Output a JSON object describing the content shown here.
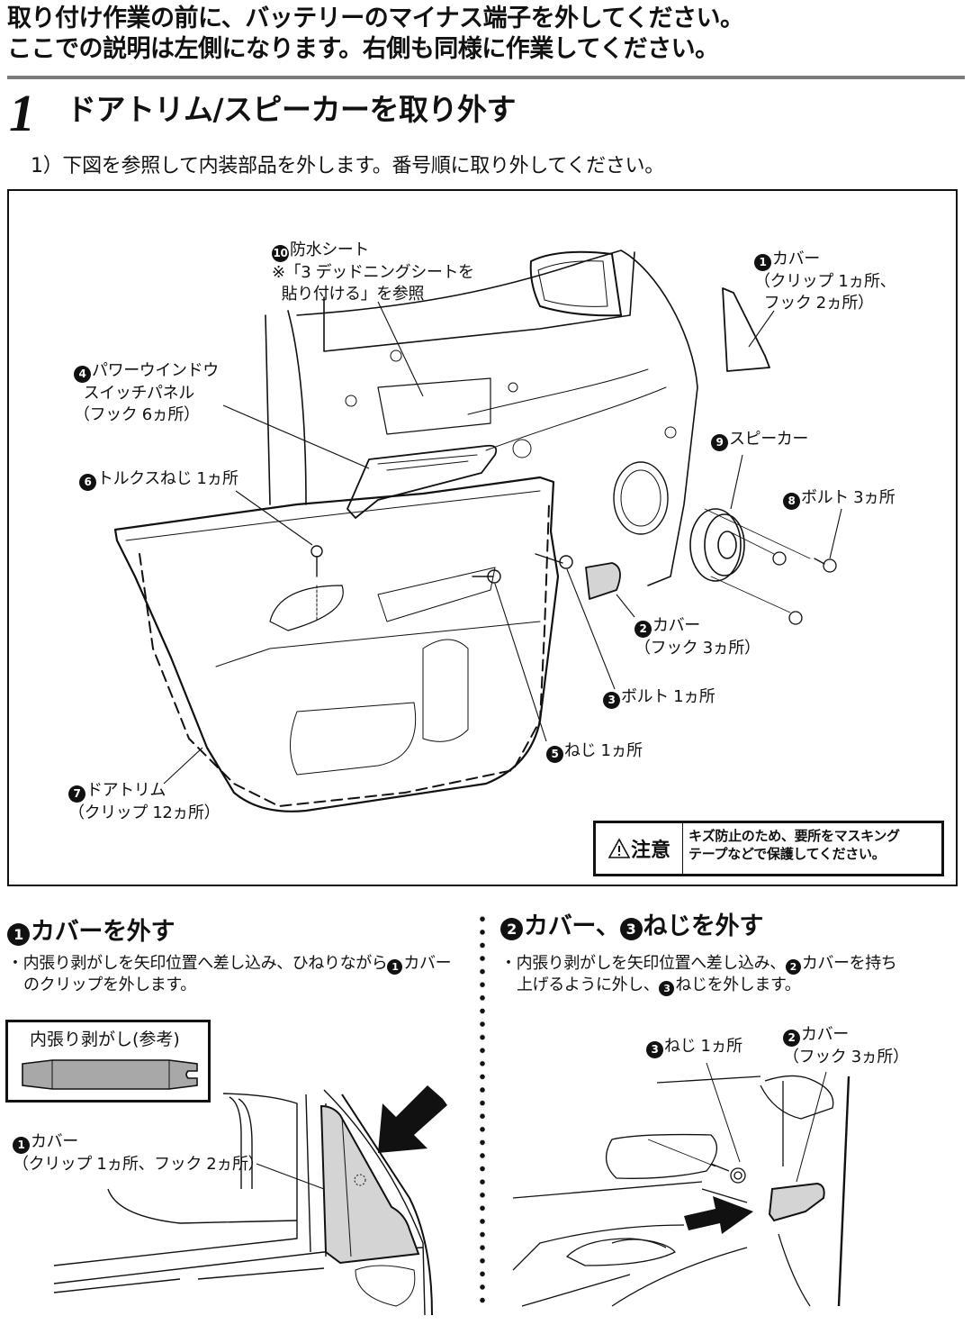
{
  "intro": {
    "line1": "取り付け作業の前に、バッテリーのマイナス端子を外してください。",
    "line2": "ここでの説明は左側になります。右側も同様に作業してください。"
  },
  "step": {
    "number": "1",
    "title": "ドアトリム/スピーカーを取り外す",
    "substep": "1）下図を参照して内装部品を外します。番号順に取り外してください。"
  },
  "diagram": {
    "labels": {
      "l10": {
        "num": "10",
        "lines": [
          "防水シート",
          "※「3 デッドニングシートを",
          "  貼り付ける」を参照"
        ]
      },
      "l1": {
        "num": "1",
        "lines": [
          "カバー",
          "（クリップ 1ヵ所、",
          "  フック 2ヵ所）"
        ]
      },
      "l4": {
        "num": "4",
        "lines": [
          "パワーウインドウ",
          "  スイッチパネル",
          "（フック 6ヵ所）"
        ]
      },
      "l9": {
        "num": "9",
        "lines": [
          "スピーカー"
        ]
      },
      "l6": {
        "num": "6",
        "lines": [
          "トルクスねじ 1ヵ所"
        ]
      },
      "l8": {
        "num": "8",
        "lines": [
          "ボルト 3ヵ所"
        ]
      },
      "l2": {
        "num": "2",
        "lines": [
          "カバー",
          "（フック 3ヵ所）"
        ]
      },
      "l3": {
        "num": "3",
        "lines": [
          "ボルト 1ヵ所"
        ]
      },
      "l5": {
        "num": "5",
        "lines": [
          "ねじ 1ヵ所"
        ]
      },
      "l7": {
        "num": "7",
        "lines": [
          "ドアトリム",
          "（クリップ 12ヵ所）"
        ]
      }
    },
    "caution": {
      "icon": "warning-triangle-icon",
      "heading": "注意",
      "text_line1": "キズ防止のため、要所をマスキング",
      "text_line2": "テープなどで保護してください。"
    }
  },
  "section_left": {
    "num": "1",
    "title": "カバーを外す",
    "body_line1_a": "・内張り剥がしを矢印位置へ差し込み、ひねりながら",
    "body_line1_num": "1",
    "body_line1_b": "カバー",
    "body_line2": "のクリップを外します。",
    "tool_box_title": "内張り剥がし(参考)",
    "callout": {
      "num": "1",
      "lines": [
        "カバー",
        "（クリップ 1ヵ所、フック 2ヵ所）"
      ]
    }
  },
  "section_right": {
    "num_a": "2",
    "title_a": "カバー、",
    "num_b": "3",
    "title_b": "ねじを外す",
    "body_line1_a": "・内張り剥がしを矢印位置へ差し込み、",
    "body_line1_num": "2",
    "body_line1_b": "カバーを持ち",
    "body_line2_a": "上げるように外し、",
    "body_line2_num": "3",
    "body_line2_b": "ねじを外します。",
    "callout_screw": {
      "num": "3",
      "lines": [
        "ねじ 1ヵ所"
      ]
    },
    "callout_cover": {
      "num": "2",
      "lines": [
        "カバー",
        "（フック 3ヵ所）"
      ]
    }
  },
  "colors": {
    "ink": "#111111",
    "part_fill": "#d4d4d4",
    "tool_fill": "#a8a8a8",
    "rule": "#7a7a7a"
  }
}
